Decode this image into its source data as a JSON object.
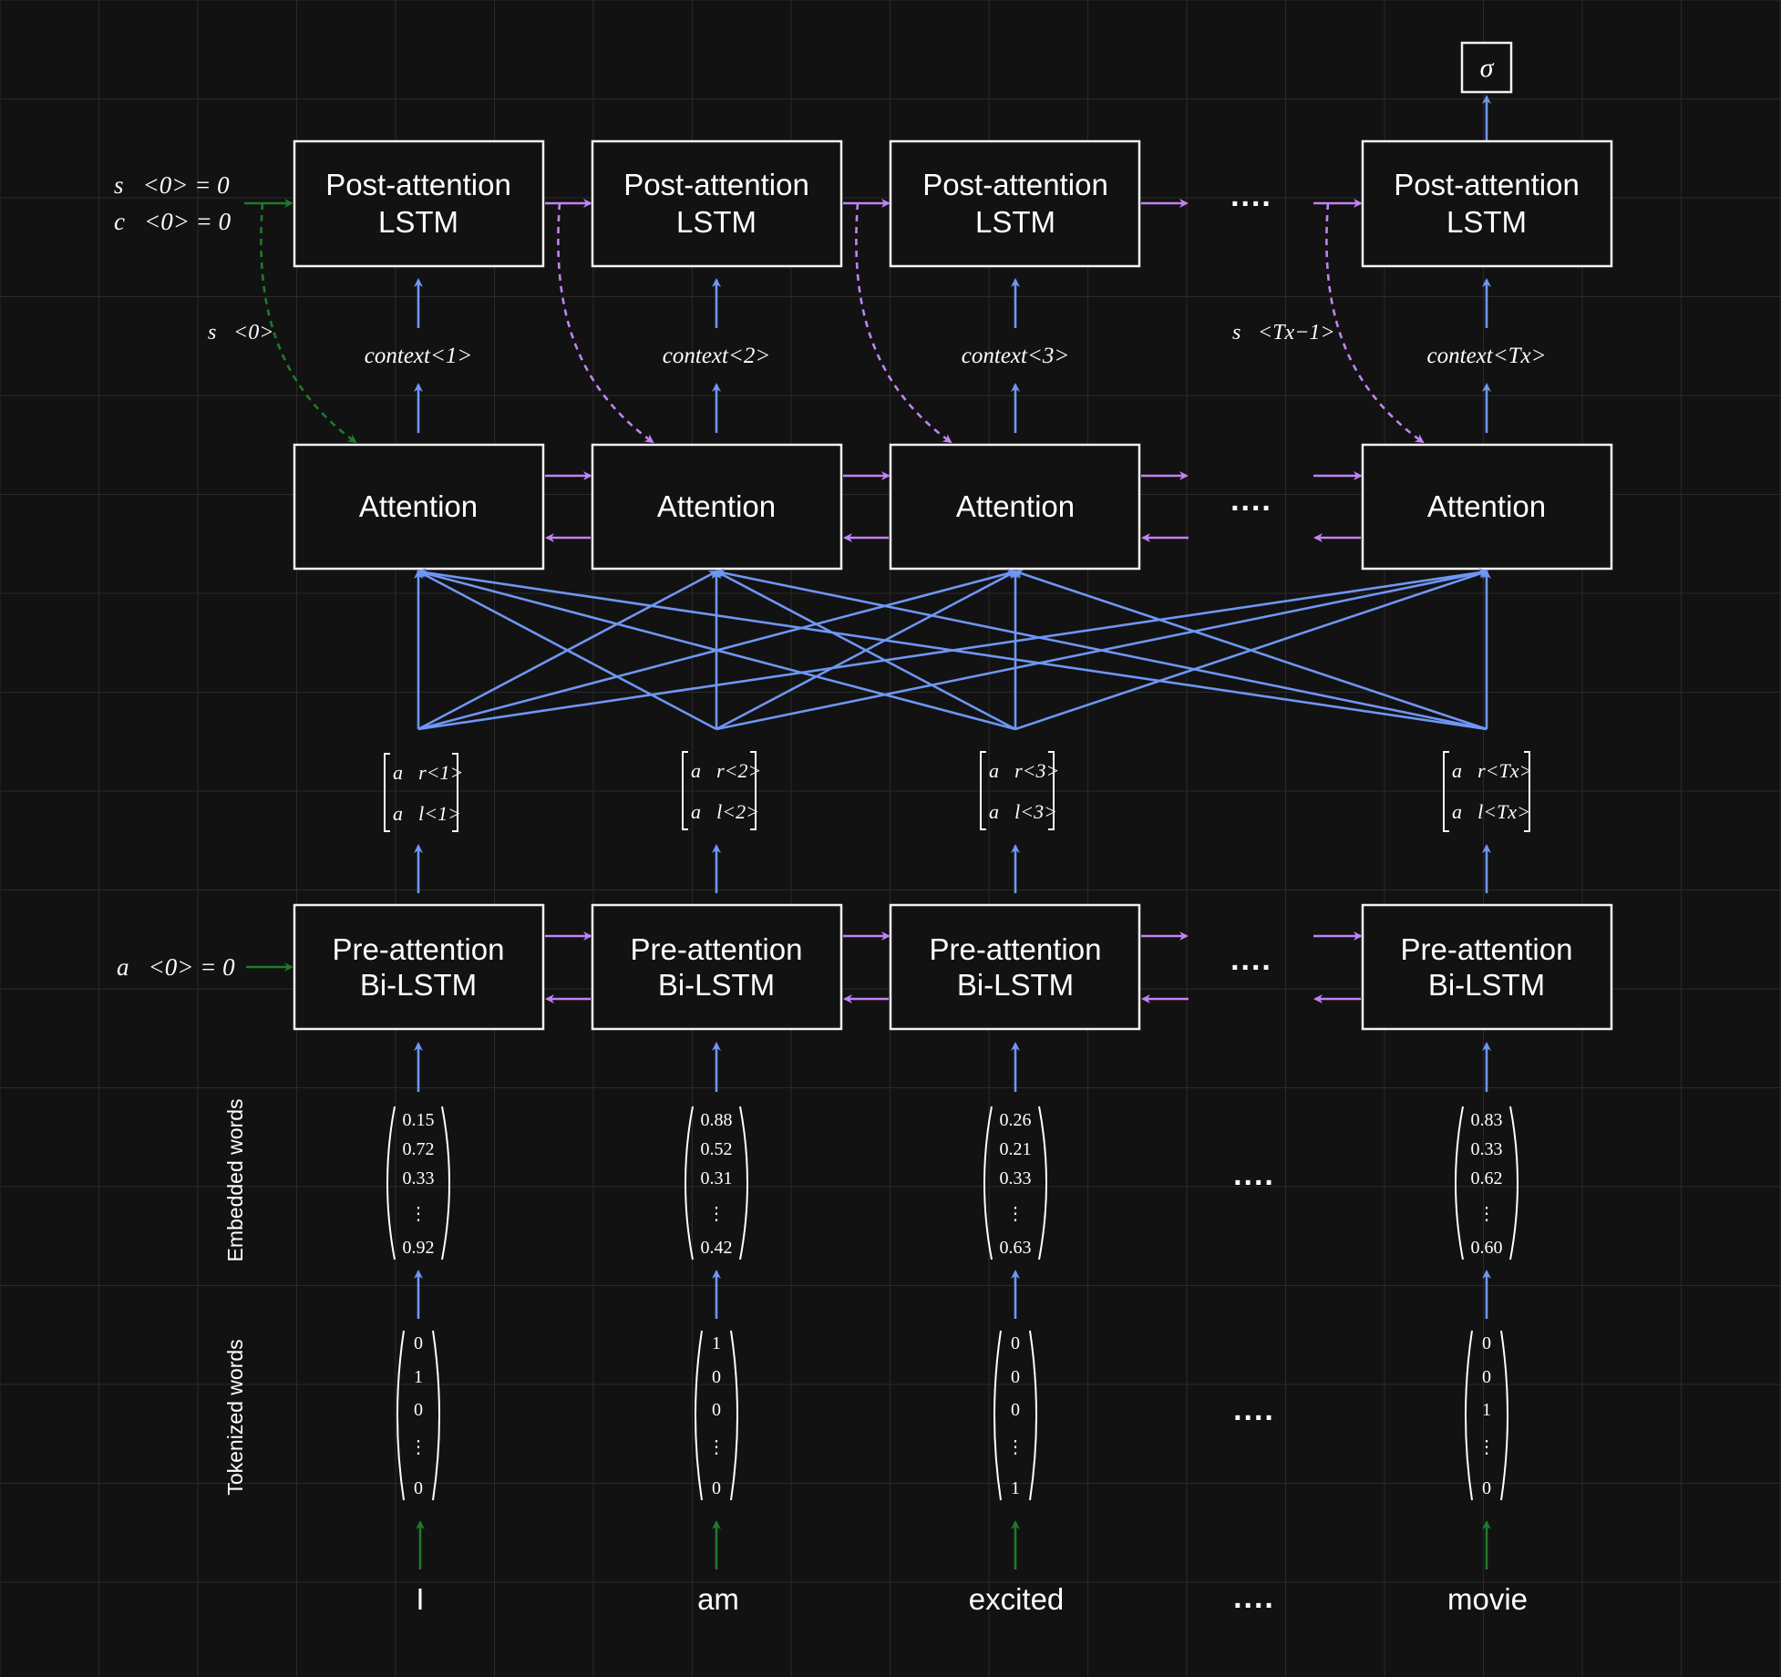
{
  "colors": {
    "background": "#121212",
    "grid": "#2a2a2a",
    "box_stroke": "#f2f2f2",
    "blue_arrow": "#6f96f3",
    "purple_arrow": "#c382f5",
    "green_arrow": "#1e7a2a",
    "text": "#ffffff"
  },
  "output": {
    "symbol": "σ"
  },
  "post_attention": {
    "line1": "Post-attention",
    "line2": "LSTM",
    "init_state_label": "s⃗<0> = 0⃗",
    "init_cell_label": "c⃗<0> = 0⃗"
  },
  "state_labels": [
    "s⃗<0>",
    "s⃗<Tx−1>"
  ],
  "contexts": [
    "context<1>",
    "context<2>",
    "context<3>",
    "context<Tx>"
  ],
  "attention": {
    "label": "Attention"
  },
  "activations": [
    {
      "top": "a⃗r<1>",
      "bottom": "a⃗l<1>"
    },
    {
      "top": "a⃗r<2>",
      "bottom": "a⃗l<2>"
    },
    {
      "top": "a⃗r<3>",
      "bottom": "a⃗l<3>"
    },
    {
      "top": "a⃗r<Tx>",
      "bottom": "a⃗l<Tx>"
    }
  ],
  "pre_attention": {
    "line1": "Pre-attention",
    "line2": "Bi-LSTM",
    "init_label": "a⃗<0> = 0⃗"
  },
  "row_labels": {
    "embedded": "Embedded words",
    "tokenized": "Tokenized words"
  },
  "embedded_vectors": [
    [
      "0.15",
      "0.72",
      "0.33",
      "⋮",
      "0.92"
    ],
    [
      "0.88",
      "0.52",
      "0.31",
      "⋮",
      "0.42"
    ],
    [
      "0.26",
      "0.21",
      "0.33",
      "⋮",
      "0.63"
    ],
    [
      "0.83",
      "0.33",
      "0.62",
      "⋮",
      "0.60"
    ]
  ],
  "tokenized_vectors": [
    [
      "0",
      "1",
      "0",
      "⋮",
      "0"
    ],
    [
      "1",
      "0",
      "0",
      "⋮",
      "0"
    ],
    [
      "0",
      "0",
      "0",
      "⋮",
      "1"
    ],
    [
      "0",
      "0",
      "1",
      "⋮",
      "0"
    ]
  ],
  "words": [
    "I",
    "am",
    "excited",
    "movie"
  ],
  "ellipsis": "...."
}
